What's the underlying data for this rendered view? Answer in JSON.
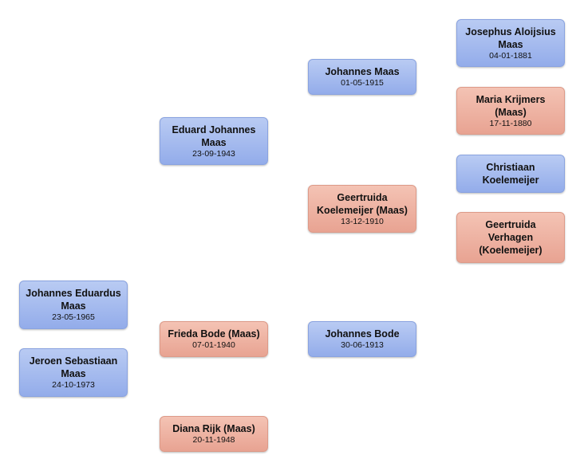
{
  "people": {
    "johannes_eduardus": {
      "name": "Johannes Eduardus Maas",
      "date": "23-05-1965",
      "sex": "male"
    },
    "jeroen_sebastiaan": {
      "name": "Jeroen Sebastiaan Maas",
      "date": "24-10-1973",
      "sex": "male"
    },
    "eduard_johannes": {
      "name": "Eduard Johannes Maas",
      "date": "23-09-1943",
      "sex": "male"
    },
    "frieda_bode": {
      "name": "Frieda Bode (Maas)",
      "date": "07-01-1940",
      "sex": "female"
    },
    "diana_rijk": {
      "name": "Diana Rijk (Maas)",
      "date": "20-11-1948",
      "sex": "female"
    },
    "johannes_maas": {
      "name": "Johannes Maas",
      "date": "01-05-1915",
      "sex": "male"
    },
    "geertruida_koelemeijer": {
      "name": "Geertruida Koelemeijer (Maas)",
      "date": "13-12-1910",
      "sex": "female"
    },
    "johannes_bode": {
      "name": "Johannes Bode",
      "date": "30-06-1913",
      "sex": "male"
    },
    "josephus_aloijsius": {
      "name": "Josephus Aloijsius Maas",
      "date": "04-01-1881",
      "sex": "male"
    },
    "maria_krijmers": {
      "name": "Maria Krijmers (Maas)",
      "date": "17-11-1880",
      "sex": "female"
    },
    "christiaan_koelemeijer": {
      "name": "Christiaan Koelemeijer",
      "sex": "male"
    },
    "geertruida_verhagen": {
      "name": "Geertruida Verhagen (Koelemeijer)",
      "sex": "female"
    }
  },
  "colors": {
    "male": "#a8bdef",
    "female": "#eeb3a2"
  }
}
